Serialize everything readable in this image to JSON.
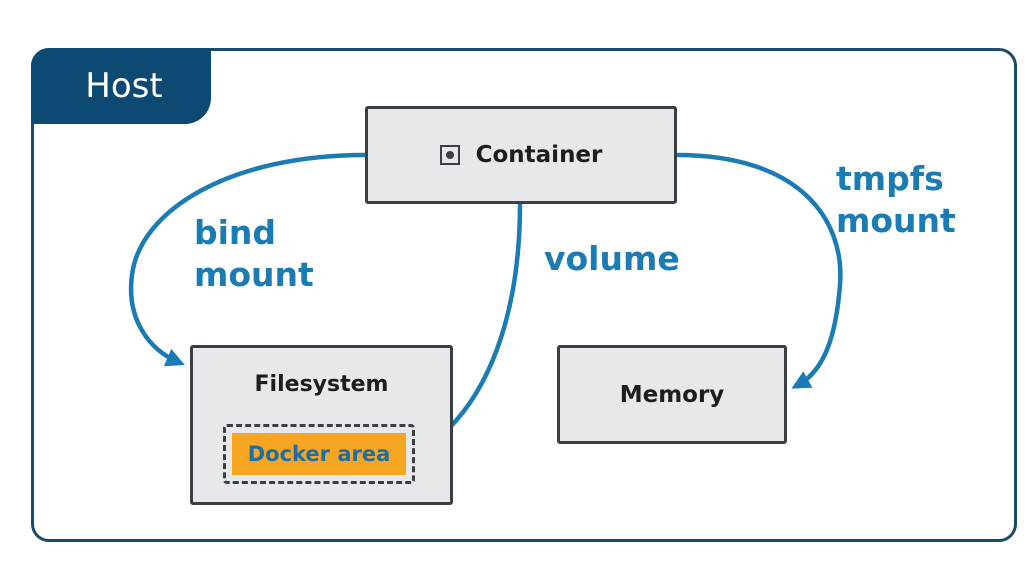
{
  "host": {
    "label": "Host"
  },
  "container": {
    "label": "Container",
    "icon": "container-icon"
  },
  "filesystem": {
    "label": "Filesystem",
    "docker_area": "Docker area"
  },
  "memory": {
    "label": "Memory"
  },
  "mounts": {
    "bind": {
      "line1": "bind",
      "line2": "mount"
    },
    "volume": {
      "line1": "volume"
    },
    "tmpfs": {
      "line1": "tmpfs",
      "line2": "mount"
    }
  },
  "colors": {
    "host_border": "#1b4b6b",
    "host_tab": "#0d4a73",
    "arrow": "#1a7bb5",
    "label": "#1a7bb5",
    "box_fill": "#e6e8ec",
    "box_border": "#3a3f44",
    "docker_area_fill": "#f6a623"
  }
}
